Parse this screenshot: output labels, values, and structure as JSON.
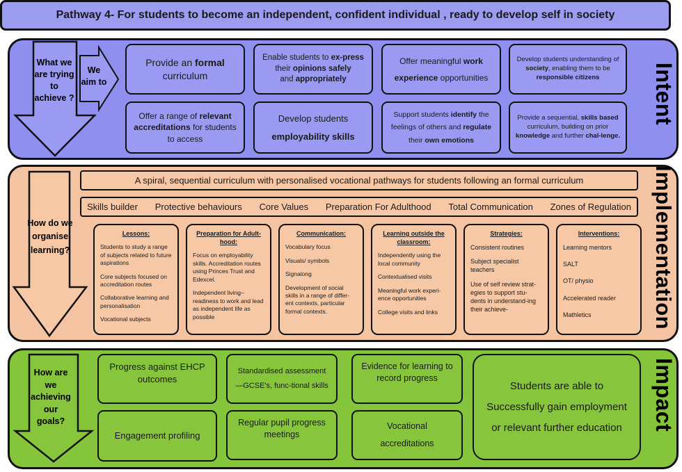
{
  "header": {
    "title": "Pathway 4-  For students to become an independent, confident individual , ready to develop self in society"
  },
  "intent": {
    "side_title": "Intent",
    "arrow_label": "What we are trying to achieve ?",
    "aim_label": "We aim to",
    "boxes": [
      {
        "parts": [
          "Provide an ",
          "formal",
          " curriculum"
        ]
      },
      {
        "parts": [
          "Enable students to ",
          "ex-press",
          " their ",
          "opinions safely",
          " and ",
          "appropriately"
        ]
      },
      {
        "parts": [
          "Offer meaningful ",
          "work experience",
          " opportunities"
        ]
      },
      {
        "parts": [
          "Develop students understanding of ",
          "society",
          ", enabling them to  be ",
          "responsible citizens"
        ]
      },
      {
        "parts": [
          "Offer a range of ",
          "relevant accreditations",
          " for students to access"
        ]
      },
      {
        "parts": [
          "Develop students ",
          "employability skills"
        ]
      },
      {
        "parts": [
          "Support students ",
          "identify",
          " the feelings of others and ",
          "regulate",
          " their ",
          "own emotions"
        ]
      },
      {
        "parts": [
          "Provide a sequential, ",
          "skills based",
          " curriculum, building on prior ",
          "knowledge",
          " and further ",
          "chal-lenge."
        ]
      }
    ]
  },
  "implementation": {
    "side_title": "Implementation",
    "arrow_label": "How do we organise learning?",
    "banner": "A spiral, sequential curriculum with personalised vocational pathways for students following an formal curriculum",
    "strands": [
      "Skills builder",
      "Protective behaviours",
      "Core Values",
      "Preparation For Adulthood",
      "Total Communication",
      "Zones of Regulation"
    ],
    "columns": [
      {
        "title": "Lessons:",
        "items": [
          "Students to study a range of subjects related to future aspirations",
          "Core subjects focused on accreditation routes",
          "Collaborative learning and personalisation",
          "Vocational subjects"
        ]
      },
      {
        "title": "Preparation for Adult-hood:",
        "items": [
          "Focus on employability skills. Accreditation routes using Princes Trust and Edexcel.",
          "Independent living– readiness to work and lead as independent life as possible"
        ]
      },
      {
        "title": "Communication:",
        "items": [
          "Vocabulary focus",
          "Visuals/ symbols",
          "Signalong",
          "Development of social skills in a range of differ-ent contexts, particular formal contexts."
        ]
      },
      {
        "title": "Learning outside the classroom:",
        "items": [
          "Independently using the local community",
          "Contextualised visits",
          "Meaningful work experi-ence opportunities",
          "College visits and links"
        ]
      },
      {
        "title": "Strategies:",
        "items": [
          "Consistent routines",
          "Subject specialist teachers",
          "Use of self review strat-egies to support stu-dents in understand-ing their achieve-"
        ]
      },
      {
        "title": "Interventions:",
        "items": [
          "Learning mentors",
          "SALT",
          "OT/ physio",
          "Accelerated reader",
          "Mathletics"
        ]
      }
    ]
  },
  "impact": {
    "side_title": "Impact",
    "arrow_label": "How are we achieving our goals?",
    "boxes": [
      "Progress against EHCP outcomes",
      "Standardised assessment—GCSE's, func-tional skills",
      "Evidence for learning to record progress",
      "Engagement profiling",
      "Regular pupil progress meetings",
      "Vocational accreditations"
    ],
    "outcome": [
      "Students are able to",
      "Successfully gain employment",
      "or relevant further education"
    ]
  },
  "colors": {
    "intent": "#8f8ff0",
    "implementation": "#f4c4a2",
    "impact": "#84c53b",
    "header": "#9b9bf0"
  }
}
